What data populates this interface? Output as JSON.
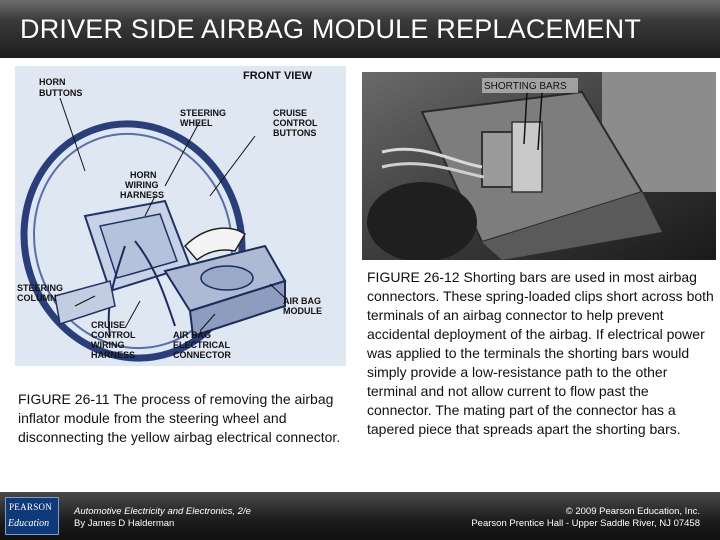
{
  "slide": {
    "title": "DRIVER SIDE AIRBAG MODULE REPLACEMENT"
  },
  "figure_left": {
    "labels": {
      "front_view": "FRONT VIEW",
      "horn_buttons_1": "HORN",
      "horn_buttons_2": "BUTTONS",
      "steering_wheel_1": "STEERING",
      "steering_wheel_2": "WHEEL",
      "cruise_buttons_1": "CRUISE",
      "cruise_buttons_2": "CONTROL",
      "cruise_buttons_3": "BUTTONS",
      "horn_harness_1": "HORN",
      "horn_harness_2": "WIRING",
      "horn_harness_3": "HARNESS",
      "steering_column_1": "STEERING",
      "steering_column_2": "COLUMN",
      "cruise_harness_1": "CRUISE",
      "cruise_harness_2": "CONTROL",
      "cruise_harness_3": "WIRING",
      "cruise_harness_4": "HARNESS",
      "airbag_connector_1": "AIR BAG",
      "airbag_connector_2": "ELECTRICAL",
      "airbag_connector_3": "CONNECTOR",
      "airbag_module_1": "AIR BAG",
      "airbag_module_2": "MODULE"
    },
    "caption_number": "FIGURE 26-11",
    "caption_text": " The process of removing the airbag inflator module from the steering wheel and disconnecting the yellow airbag electrical connector."
  },
  "figure_right": {
    "label": "SHORTING BARS",
    "caption_number": "FIGURE 26-12",
    "caption_text": " Shorting bars are used in most airbag connectors. These spring-loaded clips short across both terminals of an airbag connector to help prevent accidental deployment of the airbag. If electrical power was applied to the terminals the shorting bars would simply provide a low-resistance path to the other terminal and not allow current to flow past the connector. The mating part of the connector has a tapered piece that spreads apart the shorting bars."
  },
  "footer": {
    "logo_top": "PEARSON",
    "logo_bottom": "Education",
    "book_title": "Automotive Electricity and Electronics, 2/e",
    "author": "By James D Halderman",
    "copyright": "© 2009 Pearson Education, Inc.",
    "publisher": "Pearson Prentice Hall - Upper Saddle River, NJ 07458"
  },
  "colors": {
    "title_bar": "#1e1e1e",
    "diagram_bg": "#dfe7f3",
    "logo_blue": "#0f3a7a"
  }
}
